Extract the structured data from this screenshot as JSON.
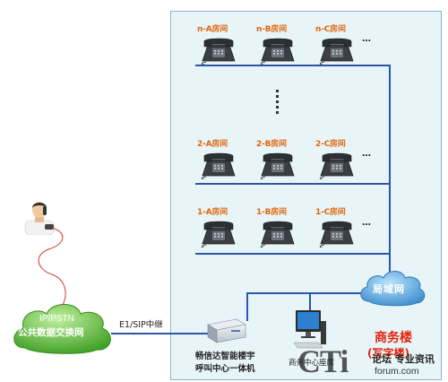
{
  "rooms": {
    "row_n": [
      "n-A房间",
      "n-B房间",
      "n-C房间"
    ],
    "row_2": [
      "2-A房间",
      "2-B房间",
      "2-C房间"
    ],
    "row_1": [
      "1-A房间",
      "1-B房间",
      "1-C房间"
    ],
    "more": "…"
  },
  "network": {
    "lan": "局域网",
    "public_line1": "IP/PSTN",
    "public_line2": "公共数据交换网",
    "trunk": "E1/SIP中继"
  },
  "devices": {
    "server_line1": "畅信达智能楼宇",
    "server_line2": "呼叫中心一体机",
    "pc": "商务中心座席"
  },
  "building": {
    "title": "商务楼",
    "subtitle": "(写字楼)"
  },
  "watermark": {
    "brand": "CTi",
    "slogan": "论坛 专业资讯",
    "domain": "forum.com"
  },
  "colors": {
    "wire": "#2a56a8",
    "accent": "#e0670c",
    "cloud": "#5aa9dc",
    "public_cloud": "#4caa2c"
  }
}
